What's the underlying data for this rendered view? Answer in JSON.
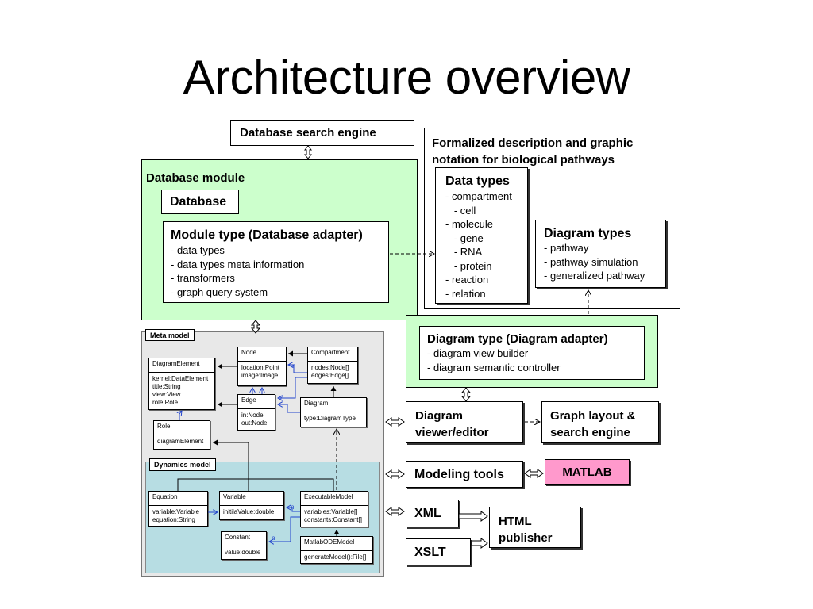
{
  "title": "Architecture overview",
  "search_engine": "Database search engine",
  "formalized": {
    "title": "Formalized description and graphic notation for biological pathways",
    "data_types": {
      "title": "Data types",
      "items": [
        "- compartment",
        "   - cell",
        "- molecule",
        "   - gene",
        "   - RNA",
        "   - protein",
        "- reaction",
        "- relation"
      ]
    },
    "diagram_types": {
      "title": "Diagram types",
      "items": [
        "- pathway",
        "- pathway simulation",
        "- generalized pathway"
      ]
    }
  },
  "database_module": {
    "title": "Database module",
    "database": "Database",
    "module_type": {
      "title": "Module type (Database adapter)",
      "items": [
        "- data types",
        "- data types meta information",
        "- transformers",
        "- graph query system"
      ]
    }
  },
  "diagram_type": {
    "title": "Diagram type (Diagram adapter)",
    "items": [
      "- diagram view builder",
      "- diagram semantic controller"
    ]
  },
  "meta_model": {
    "label": "Meta model",
    "dynamics_label": "Dynamics model",
    "classes": {
      "node": {
        "name": "Node",
        "attrs": [
          "location:Point",
          "image:Image"
        ]
      },
      "compartment": {
        "name": "Compartment",
        "attrs": [
          "nodes:Node[]",
          "edges:Edge[]"
        ]
      },
      "diagram_element": {
        "name": "DiagramElement",
        "attrs": [
          "kernel:DataElement",
          "title:String",
          "view:View",
          "role:Role"
        ]
      },
      "edge": {
        "name": "Edge",
        "attrs": [
          "in:Node",
          "out:Node"
        ]
      },
      "diagram": {
        "name": "Diagram",
        "attrs": [
          "type:DiagramType"
        ]
      },
      "role": {
        "name": "Role",
        "attrs": [
          "diagramElement"
        ]
      },
      "equation": {
        "name": "Equation",
        "attrs": [
          "variable:Variable",
          "equation:String"
        ]
      },
      "variable": {
        "name": "Variable",
        "attrs": [
          "initilaValue:double"
        ]
      },
      "executable_model": {
        "name": "ExecutableModel",
        "attrs": [
          "variables:Variable[]",
          "constants:Constant[]"
        ]
      },
      "constant": {
        "name": "Constant",
        "attrs": [
          "value:double"
        ]
      },
      "matlab_ode_model": {
        "name": "MatlabODEModel",
        "attrs": [
          "generateModel():File[]"
        ]
      }
    },
    "multiplicity": "n"
  },
  "viewer": "Diagram viewer/editor",
  "graph_layout": "Graph layout & search engine",
  "modeling_tools": "Modeling tools",
  "matlab": "MATLAB",
  "xml": "XML",
  "xslt": "XSLT",
  "html_publisher": "HTML publisher",
  "colors": {
    "module_green": "#ccffcc",
    "dynamics_blue": "#b7dde3",
    "meta_gray": "#e8e8e8",
    "matlab_pink": "#ff99cc",
    "uml_link_blue": "#2244cc"
  }
}
